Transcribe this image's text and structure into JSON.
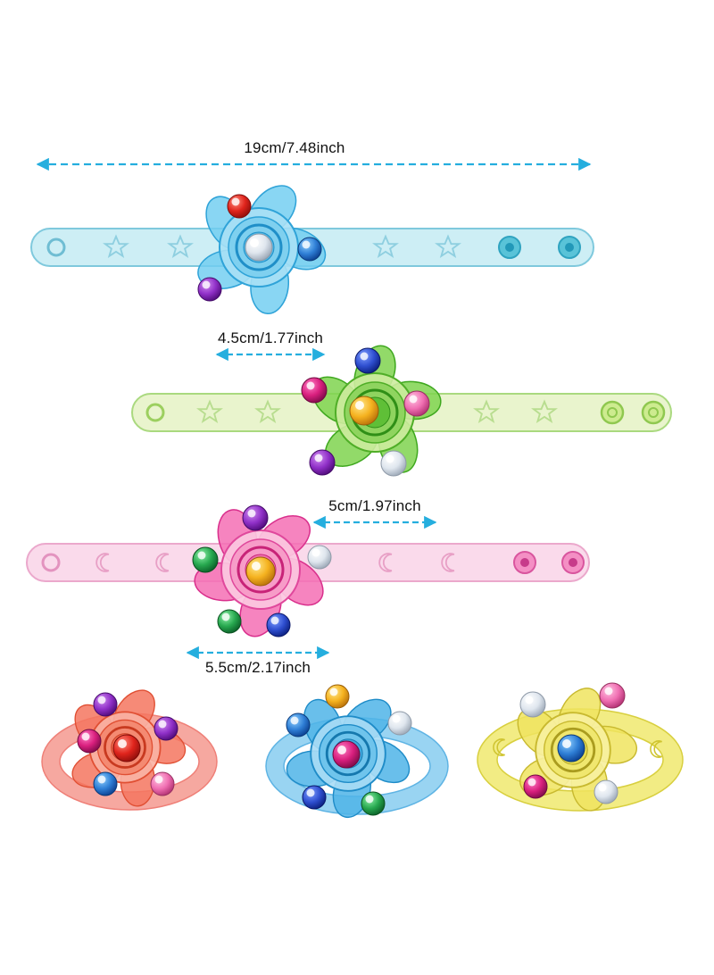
{
  "labels": {
    "overall_length": "19cm/7.48inch",
    "blue_spinner_size": "4.5cm/1.77inch",
    "green_spinner_size": "5cm/1.97inch",
    "pink_spinner_size": "5.5cm/2.17inch"
  },
  "style": {
    "arrow_color": "#25aede",
    "label_text_color": "#111111",
    "background": "#ffffff"
  },
  "products": {
    "flat_bracelets": [
      {
        "id": "blue",
        "strap_color": "#bfe9f2",
        "spinner_color": "#6fcdf0",
        "gems": [
          "red",
          "white",
          "blue",
          "purple"
        ]
      },
      {
        "id": "green",
        "strap_color": "#e4f2c2",
        "spinner_color": "#7fd34f",
        "gems": [
          "blue",
          "magenta",
          "yellow",
          "pink",
          "purple",
          "white"
        ]
      },
      {
        "id": "pink",
        "strap_color": "#f9d4e8",
        "spinner_color": "#f46fb4",
        "gems": [
          "purple",
          "green",
          "yellow",
          "white",
          "green",
          "blue"
        ]
      }
    ],
    "worn_bracelets": [
      {
        "id": "orange",
        "band_color": "#f49288",
        "gems": [
          "purple",
          "magenta",
          "red",
          "purple",
          "blue",
          "pink"
        ]
      },
      {
        "id": "blue",
        "band_color": "#7fc9ef",
        "gems": [
          "yellow",
          "blue",
          "white",
          "magenta",
          "blue",
          "green"
        ]
      },
      {
        "id": "yellow",
        "band_color": "#f0e96f",
        "gems": [
          "white",
          "pink",
          "blue",
          "magenta",
          "white"
        ]
      }
    ]
  }
}
